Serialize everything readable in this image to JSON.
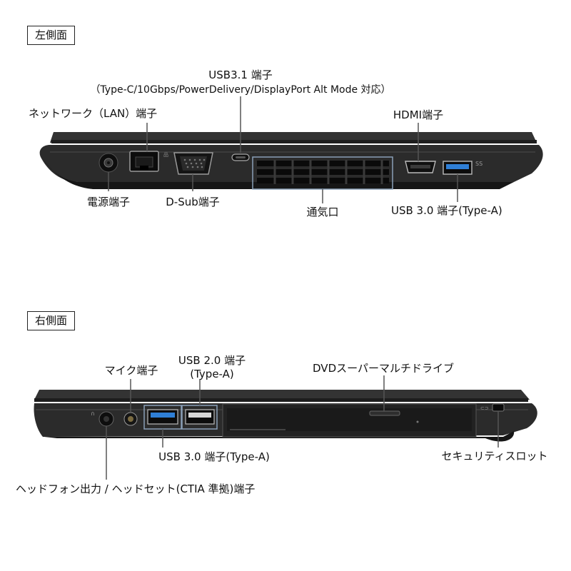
{
  "left_side": {
    "title": "左側面",
    "labels": {
      "usb31_line1": "USB3.1 端子",
      "usb31_line2": "（Type-C/10Gbps/PowerDelivery/DisplayPort Alt Mode 対応）",
      "lan": "ネットワーク（LAN）端子",
      "hdmi": "HDMI端子",
      "power": "電源端子",
      "dsub": "D-Sub端子",
      "vent": "通気口",
      "usb30": "USB 3.0 端子(Type-A)"
    }
  },
  "right_side": {
    "title": "右側面",
    "labels": {
      "usb20_line1": "USB 2.0 端子",
      "usb20_line2": "(Type-A)",
      "mic": "マイク端子",
      "dvd": "DVDスーパーマルチドライブ",
      "usb30": "USB 3.0 端子(Type-A)",
      "security": "セキュリティスロット",
      "headphone": "ヘッドフォン出力 / ヘッドセット(CTIA 準拠)端子"
    }
  },
  "colors": {
    "chassis": "#2b2b2b",
    "chassis_dark": "#161616",
    "usb3_blue": "#2f7fd6",
    "callout_box": "#8aa0b8",
    "leader": "#555555"
  }
}
